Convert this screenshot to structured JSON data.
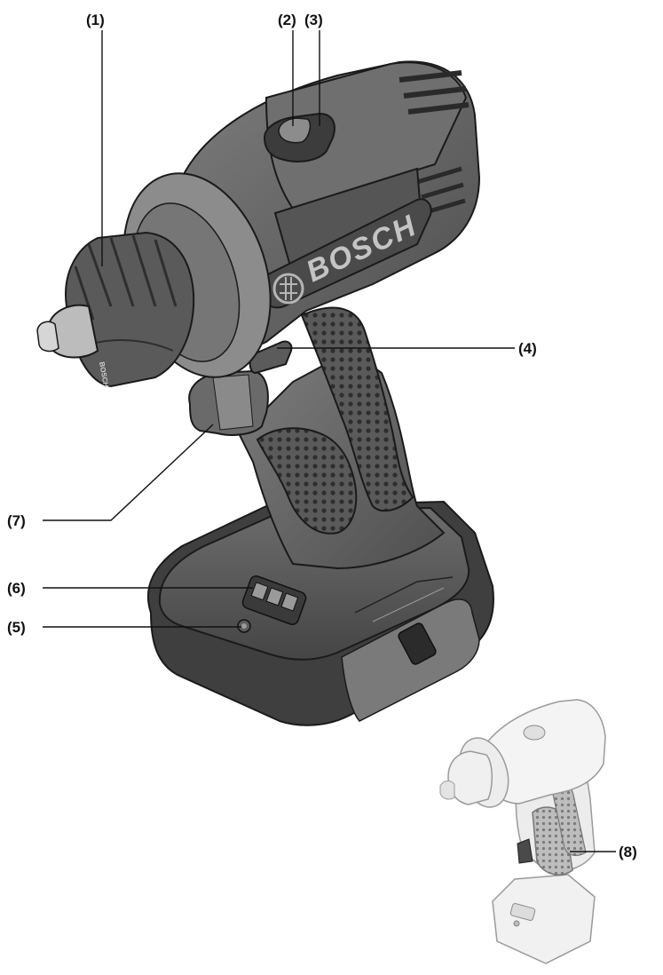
{
  "brand": "BOSCH",
  "chuck_marking": "BOSCH",
  "callouts": [
    {
      "id": "1",
      "label": "(1)"
    },
    {
      "id": "2",
      "label": "(2)"
    },
    {
      "id": "3",
      "label": "(3)"
    },
    {
      "id": "4",
      "label": "(4)"
    },
    {
      "id": "5",
      "label": "(5)"
    },
    {
      "id": "6",
      "label": "(6)"
    },
    {
      "id": "7",
      "label": "(7)"
    },
    {
      "id": "8",
      "label": "(8)"
    }
  ],
  "colors": {
    "body_dark": "#505050",
    "body_mid": "#6a6a6a",
    "body_light": "#8a8a8a",
    "grip_green": "#3a3a3a",
    "outline": "#1a1a1a",
    "ghost": "#d6d6d6"
  }
}
